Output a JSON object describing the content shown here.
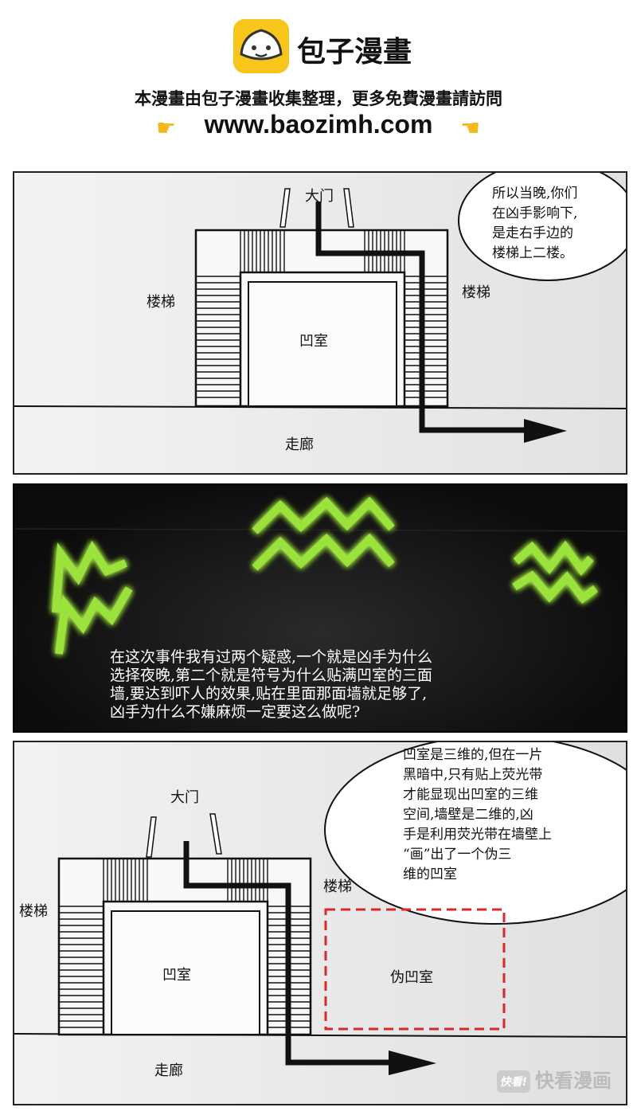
{
  "banner": {
    "logo_text": "包子漫畫",
    "notice": "本漫畫由包子漫畫收集整理，更多免費漫畫請訪問",
    "url": "www.baozimh.com"
  },
  "panel1": {
    "labels": {
      "door": "大门",
      "stairs_left": "楼梯",
      "stairs_right": "楼梯",
      "alcove": "凹室",
      "corridor": "走廊"
    },
    "bubble_lines": [
      "所以当晚,你们",
      "在凶手影响下,",
      "是走右手边的",
      "楼梯上二楼。"
    ]
  },
  "panel2": {
    "narration_lines": [
      "在这次事件我有过两个疑惑,一个就是凶手为什么",
      "选择夜晚,第二个就是符号为什么贴满凹室的三面",
      "墙,要达到吓人的效果,贴在里面那面墙就足够了,",
      "凶手为什么不嫌麻烦一定要这么做呢?"
    ],
    "glow_color": "#9be23c"
  },
  "panel3": {
    "labels": {
      "door": "大门",
      "stairs_left": "楼梯",
      "stairs_right": "楼梯",
      "alcove": "凹室",
      "fake_alcove": "伪凹室",
      "corridor": "走廊"
    },
    "bubble_lines": [
      "凹室是三维的,但在一片",
      "黑暗中,只有贴上荧光带",
      "才能显现出凹室的三维",
      "空间,墙壁是二维的,凶",
      "手是利用荧光带在墙壁上",
      "“画”出了一个伪三",
      "维的凹室"
    ],
    "fake_alcove_color": "#d42a2a",
    "watermark_badge": "快看!",
    "watermark_text": "快看漫画"
  }
}
